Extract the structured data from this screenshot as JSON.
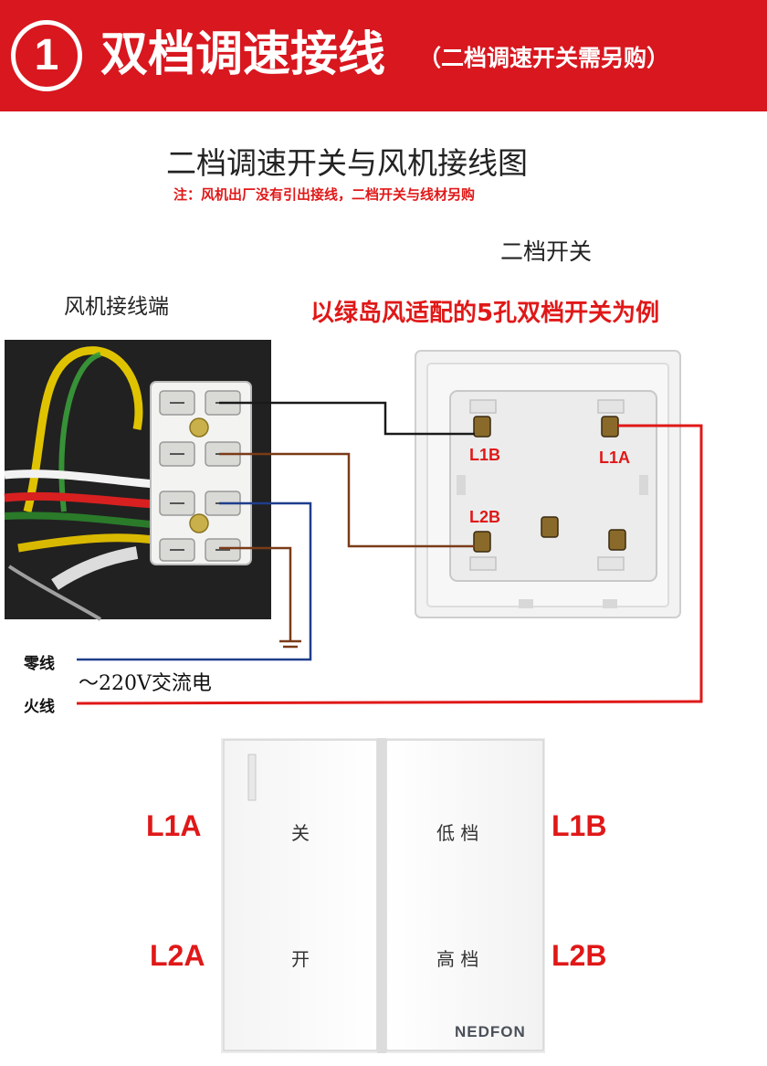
{
  "banner": {
    "step_number": "1",
    "title": "双档调速接线",
    "subtitle": "（二档调速开关需另购）"
  },
  "diagram": {
    "title": "二档调速开关与风机接线图",
    "note": "注：风机出厂没有引出接线，二档开关与线材另购",
    "switch_caption": "二档开关",
    "fan_caption": "风机接线端",
    "example_note": "以绿岛风适配的5孔双档开关为例"
  },
  "wires": {
    "neutral_label": "零线",
    "live_label": "火线",
    "ac_label": "～220V交流电"
  },
  "switch_terminals": [
    "L1B",
    "L1A",
    "L2B"
  ],
  "rocker_panel": {
    "left_rocker": {
      "top_label": "关",
      "bottom_label": "开"
    },
    "right_rocker": {
      "top_label": "低 档",
      "bottom_label": "高 档"
    },
    "outer_left": [
      "L1A",
      "L2A"
    ],
    "outer_right": [
      "L1B",
      "L2B"
    ],
    "brand": "NEDFON"
  },
  "colors": {
    "banner_red": "#d8171f",
    "annotation_red": "#e01818",
    "wire_black": "#1a1a1a",
    "wire_brown": "#7a3b18",
    "wire_blue": "#1f3e8c",
    "wire_red": "#e01818"
  }
}
